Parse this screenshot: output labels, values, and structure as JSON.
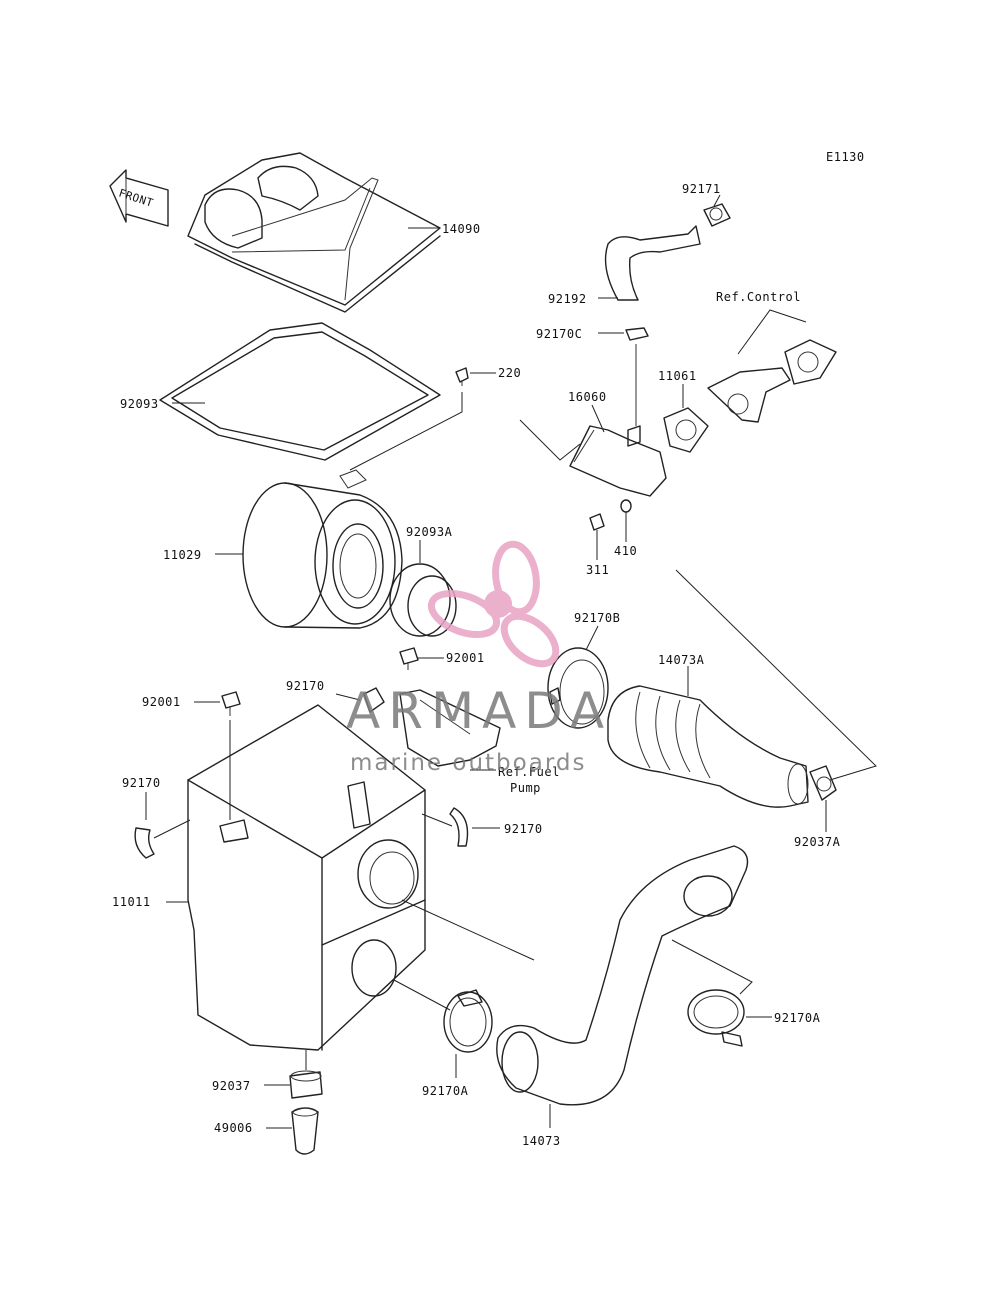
{
  "diagram_id": "E1130",
  "front_label": "FRONT",
  "callouts": {
    "p14090": "14090",
    "p92171": "92171",
    "p92192": "92192",
    "p92170C": "92170C",
    "ref_control": "Ref.Control",
    "p92093": "92093",
    "p220": "220",
    "p11061": "11061",
    "p16060": "16060",
    "p11029": "11029",
    "p92093A": "92093A",
    "p410": "410",
    "p311": "311",
    "p92170B": "92170B",
    "p92001_upper": "92001",
    "p14073A": "14073A",
    "p92170_top": "92170",
    "p92001_left": "92001",
    "ref_fuel_pump_line1": "Ref.Fuel",
    "ref_fuel_pump_line2": "Pump",
    "p92170_left": "92170",
    "p92170_right": "92170",
    "p92037A": "92037A",
    "p11011": "11011",
    "p92170A_right": "92170A",
    "p92037": "92037",
    "p92170A_bottom": "92170A",
    "p49006": "49006",
    "p14073": "14073"
  },
  "watermark": {
    "brand": "ARMADA",
    "tagline": "marine outboards"
  },
  "colors": {
    "line": "#222222",
    "watermark_pink": "#e8a3c4",
    "watermark_gray": "#7a7a7a"
  }
}
